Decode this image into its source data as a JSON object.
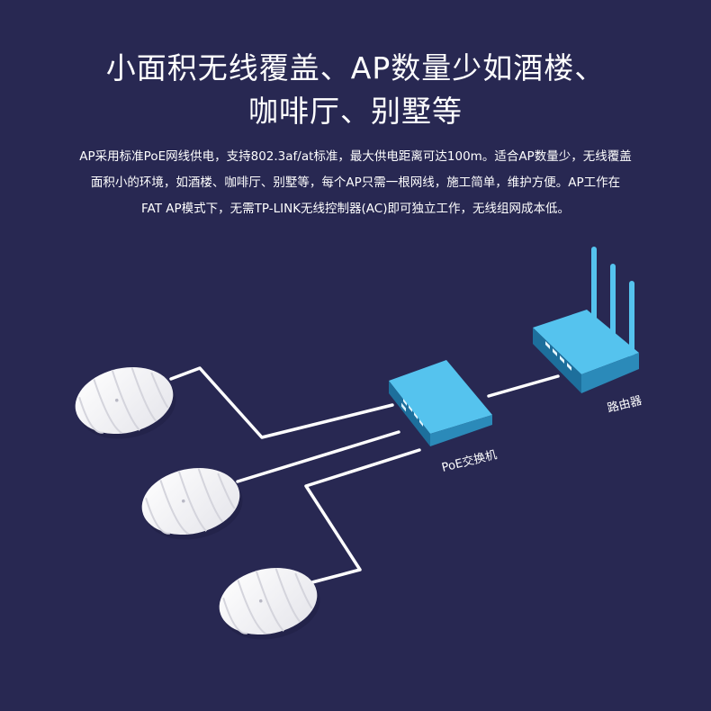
{
  "header": {
    "title_line1": "小面积无线覆盖、AP数量少如酒楼、",
    "title_line2": "咖啡厅、别墅等"
  },
  "description": {
    "line1": "AP采用标准PoE网线供电，支持802.3af/at标准，最大供电距离可达100m。适合AP数量少，无线覆盖",
    "line2": "面积小的环境，如酒楼、咖啡厅、别墅等，每个AP只需一根网线，施工简单，维护方便。AP工作在",
    "line3": "FAT AP模式下，无需TP-LINK无线控制器(AC)即可独立工作，无线组网成本低。"
  },
  "diagram": {
    "switch_label": "PoE交换机",
    "router_label": "路由器",
    "colors": {
      "background": "#282852",
      "device_top": "#55c3ee",
      "device_side": "#2b8ab9",
      "device_front": "#1d6f9c",
      "cable": "#ffffff",
      "ap_body": "#ffffff",
      "ap_shade": "#dcdce2"
    }
  }
}
